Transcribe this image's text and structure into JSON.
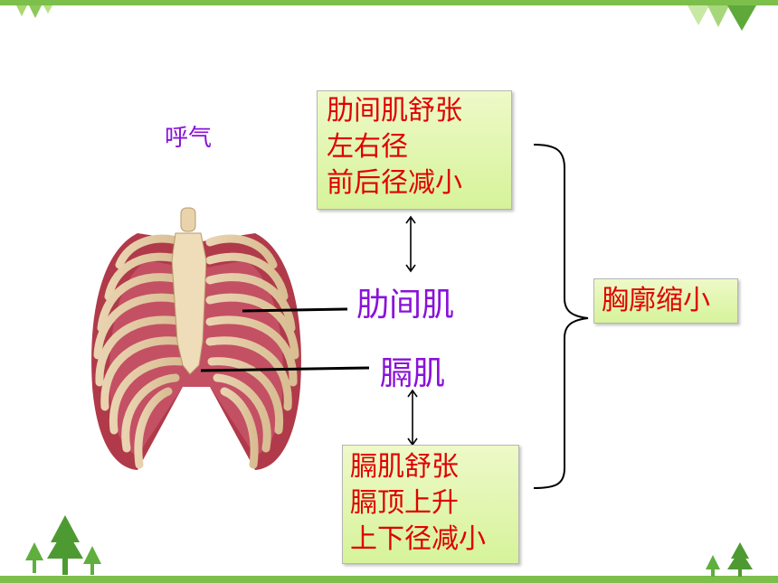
{
  "title": "呼气",
  "muscles": {
    "intercostal": "肋间肌",
    "diaphragm": "膈肌"
  },
  "intercostal_box": {
    "lines": [
      "肋间肌舒张",
      "左右径",
      "前后径减小"
    ]
  },
  "diaphragm_box": {
    "lines": [
      "膈肌舒张",
      "膈顶上升",
      "上下径减小"
    ]
  },
  "result_box": {
    "text": "胸廓缩小"
  },
  "colors": {
    "accent_green": "#7cbf4a",
    "box_text": "#e00000",
    "label_purple": "#8a12d8"
  }
}
